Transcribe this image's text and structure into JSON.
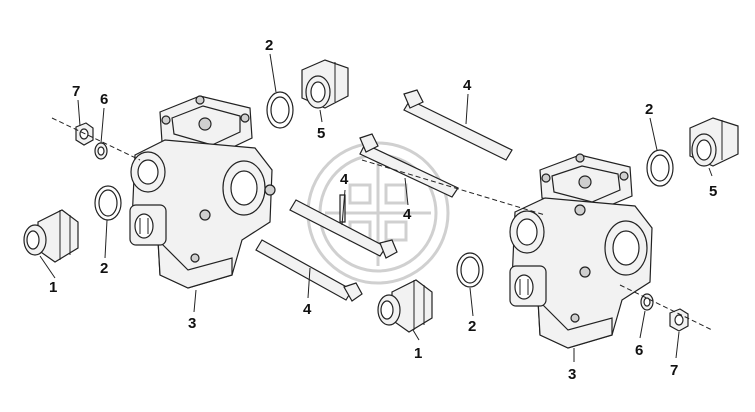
{
  "diagram": {
    "callouts": [
      {
        "id": "L-left-7",
        "text": "7"
      },
      {
        "id": "L-left-6",
        "text": "6"
      },
      {
        "id": "L-left-2-top",
        "text": "2"
      },
      {
        "id": "L-left-5",
        "text": "5"
      },
      {
        "id": "L-left-2-bot",
        "text": "2"
      },
      {
        "id": "L-left-1",
        "text": "1"
      },
      {
        "id": "L-left-3",
        "text": "3"
      },
      {
        "id": "L-left-4",
        "text": "4"
      },
      {
        "id": "L-mid-4a",
        "text": "4"
      },
      {
        "id": "L-mid-4b",
        "text": "4"
      },
      {
        "id": "L-right-4",
        "text": "4"
      },
      {
        "id": "L-right-2-top",
        "text": "2"
      },
      {
        "id": "L-right-5",
        "text": "5"
      },
      {
        "id": "L-right-2-bot",
        "text": "2"
      },
      {
        "id": "L-right-1",
        "text": "1"
      },
      {
        "id": "L-right-3",
        "text": "3"
      },
      {
        "id": "L-right-6",
        "text": "6"
      },
      {
        "id": "L-right-7",
        "text": "7"
      }
    ]
  }
}
